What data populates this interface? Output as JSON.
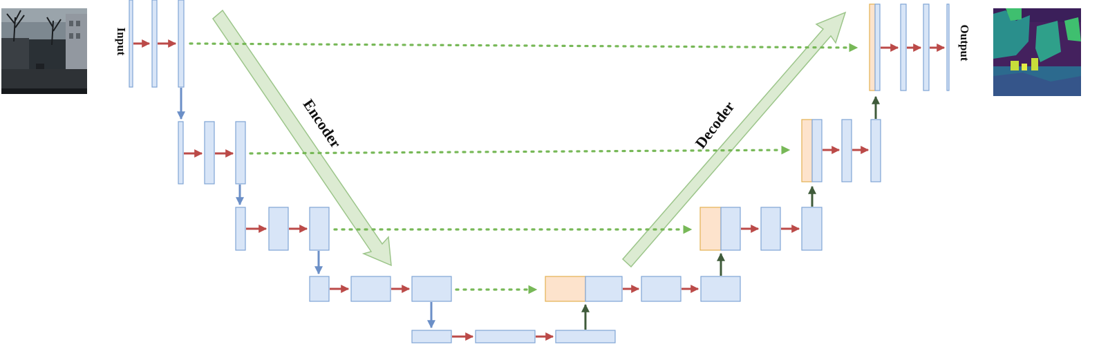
{
  "labels": {
    "input": "Input",
    "output": "Output",
    "encoder": "Encoder",
    "decoder": "Decoder"
  },
  "colors": {
    "block_fill": "#d8e5f7",
    "block_stroke": "#7fa3d4",
    "concat_fill": "#fde3cc",
    "concat_stroke": "#e3b050",
    "conv_arrow": "#bb4a48",
    "pool_arrow": "#6b8fc7",
    "upconv_arrow": "#3f5b3a",
    "skip_connection": "#77b857",
    "big_arrow": "#dcebd2"
  },
  "images": {
    "input": "street-scene-photo",
    "output": "segmentation-map"
  }
}
